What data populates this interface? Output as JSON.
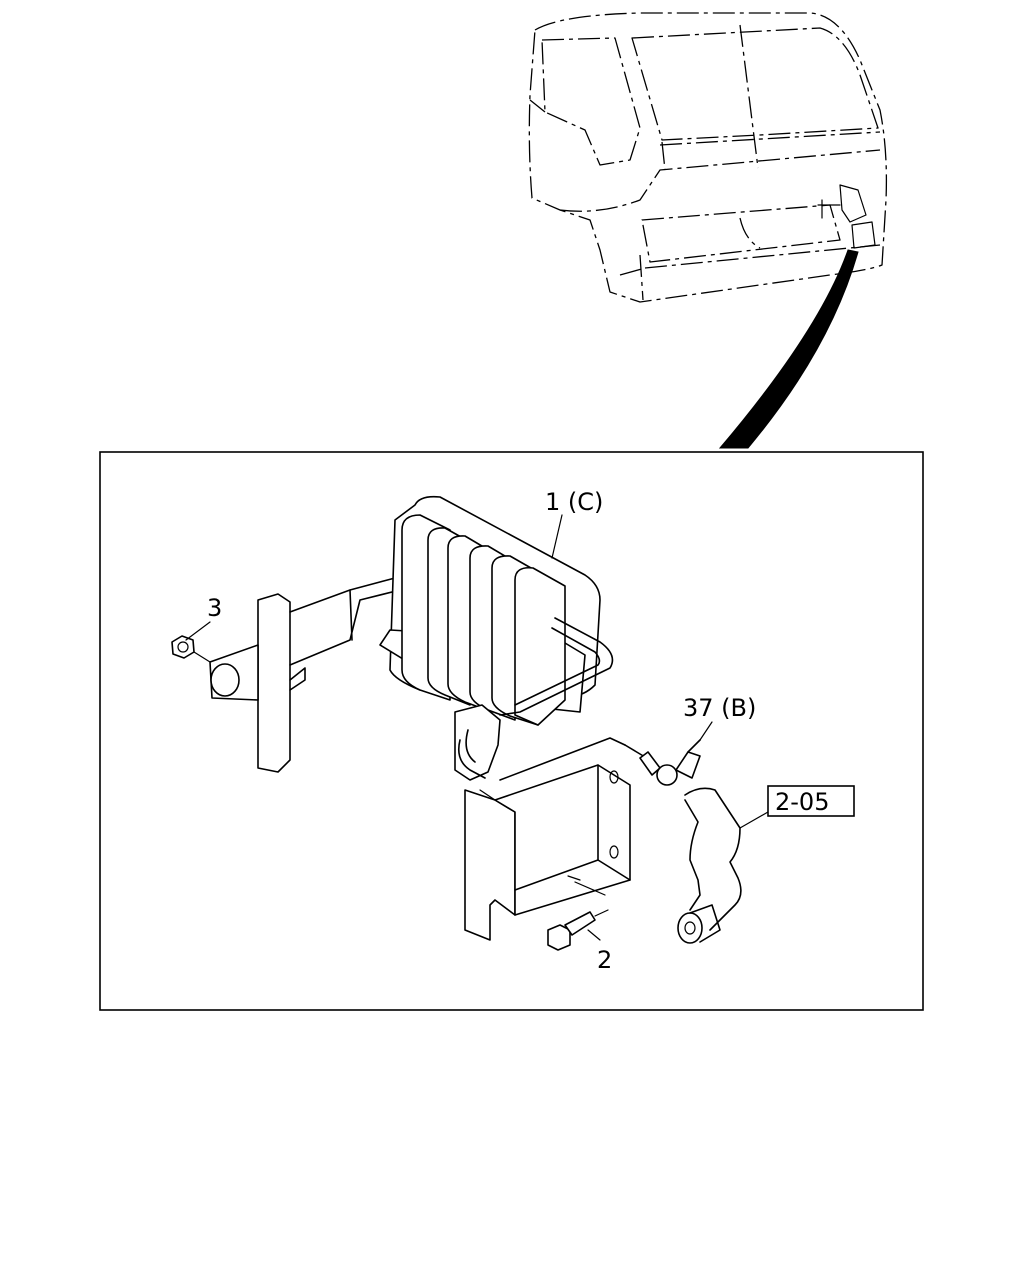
{
  "callouts": {
    "part_1": "1 (C)",
    "part_3": "3",
    "part_37": "37 (B)",
    "part_2": "2",
    "ref_box": "2-05"
  }
}
